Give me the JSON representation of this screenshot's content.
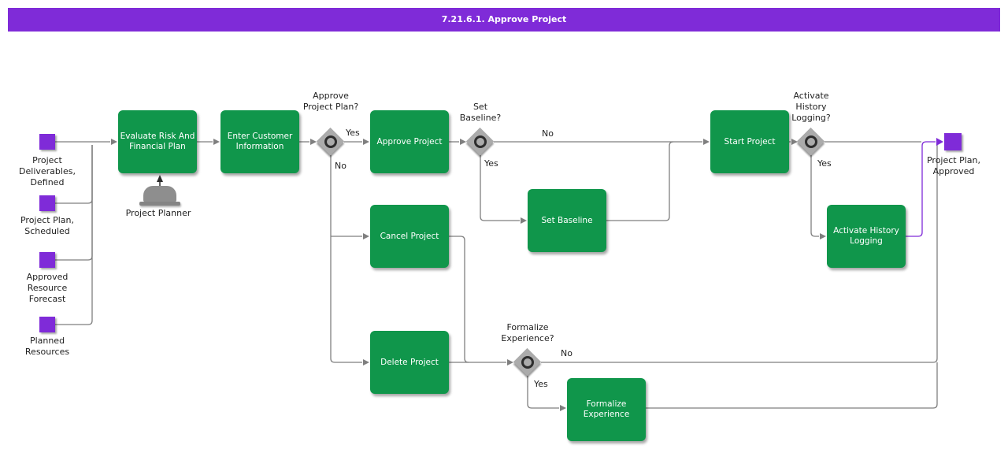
{
  "title": "7.21.6.1. Approve Project",
  "colors": {
    "purple": "#7F2BD8",
    "green": "#10964B",
    "line": "#7f7f7f",
    "diamond": "#ababab",
    "ink": "#1f1f1f"
  },
  "start_events": [
    {
      "label": "Project Deliverables, Defined"
    },
    {
      "label": "Project Plan, Scheduled"
    },
    {
      "label": "Approved Resource Forecast"
    },
    {
      "label": "Planned Resources"
    }
  ],
  "end_event": {
    "label": "Project Plan, Approved"
  },
  "actor": {
    "label": "Project Planner"
  },
  "tasks": {
    "evaluate": "Evaluate Risk And Financial Plan",
    "enter": "Enter Customer Information",
    "approve": "Approve Project",
    "cancel": "Cancel Project",
    "delete": "Delete Project",
    "set_baseline": "Set Baseline",
    "start": "Start Project",
    "activate": "Activate History Logging",
    "formalize": "Formalize Experience"
  },
  "decisions": {
    "approve_plan": {
      "question": "Approve Project Plan?",
      "yes": "Yes",
      "no": "No"
    },
    "set_baseline": {
      "question": "Set Baseline?",
      "yes": "Yes",
      "no": "No"
    },
    "activate_history": {
      "question": "Activate History Logging?",
      "yes": "Yes"
    },
    "formalize": {
      "question": "Formalize Experience?",
      "yes": "Yes",
      "no": "No"
    }
  }
}
